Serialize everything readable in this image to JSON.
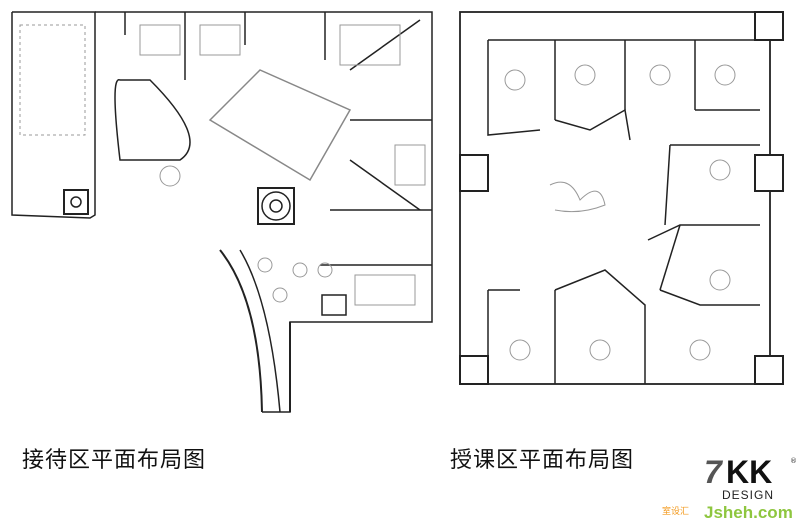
{
  "captions": {
    "reception": "接待区平面布局图",
    "classroom": "授课区平面布局图"
  },
  "logo": {
    "brand": "7KK",
    "sub": "DESIGN",
    "registered": "®",
    "watermark": "Jsheh.com",
    "watermark_cn": "室设汇"
  },
  "colors": {
    "line": "#222222",
    "furniture": "#888888"
  }
}
